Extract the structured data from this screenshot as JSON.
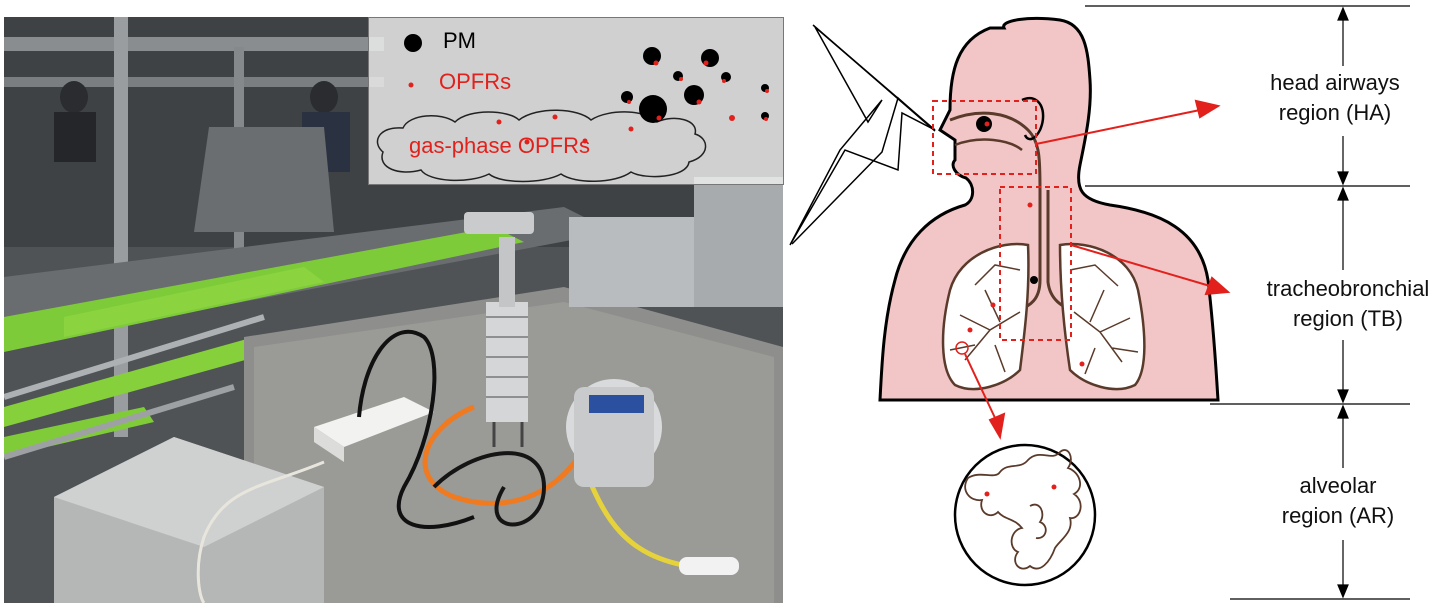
{
  "legend": {
    "pm_label": "PM",
    "opfrs_label": "OPFRs",
    "gas_phase_label": "gas-phase OPFRs"
  },
  "regions": {
    "head": {
      "line1": "head airways",
      "line2": "region (HA)"
    },
    "tracheobronchial": {
      "line1": "tracheobronchial",
      "line2": "region (TB)"
    },
    "alveolar": {
      "line1": "alveolar",
      "line2": "region (AR)"
    }
  },
  "colors": {
    "red": "#e2211c",
    "body_fill": "#f2c6c6",
    "outline": "#000000",
    "lung_line": "#5a3a2a",
    "conveyor_green": "#7ed321"
  }
}
